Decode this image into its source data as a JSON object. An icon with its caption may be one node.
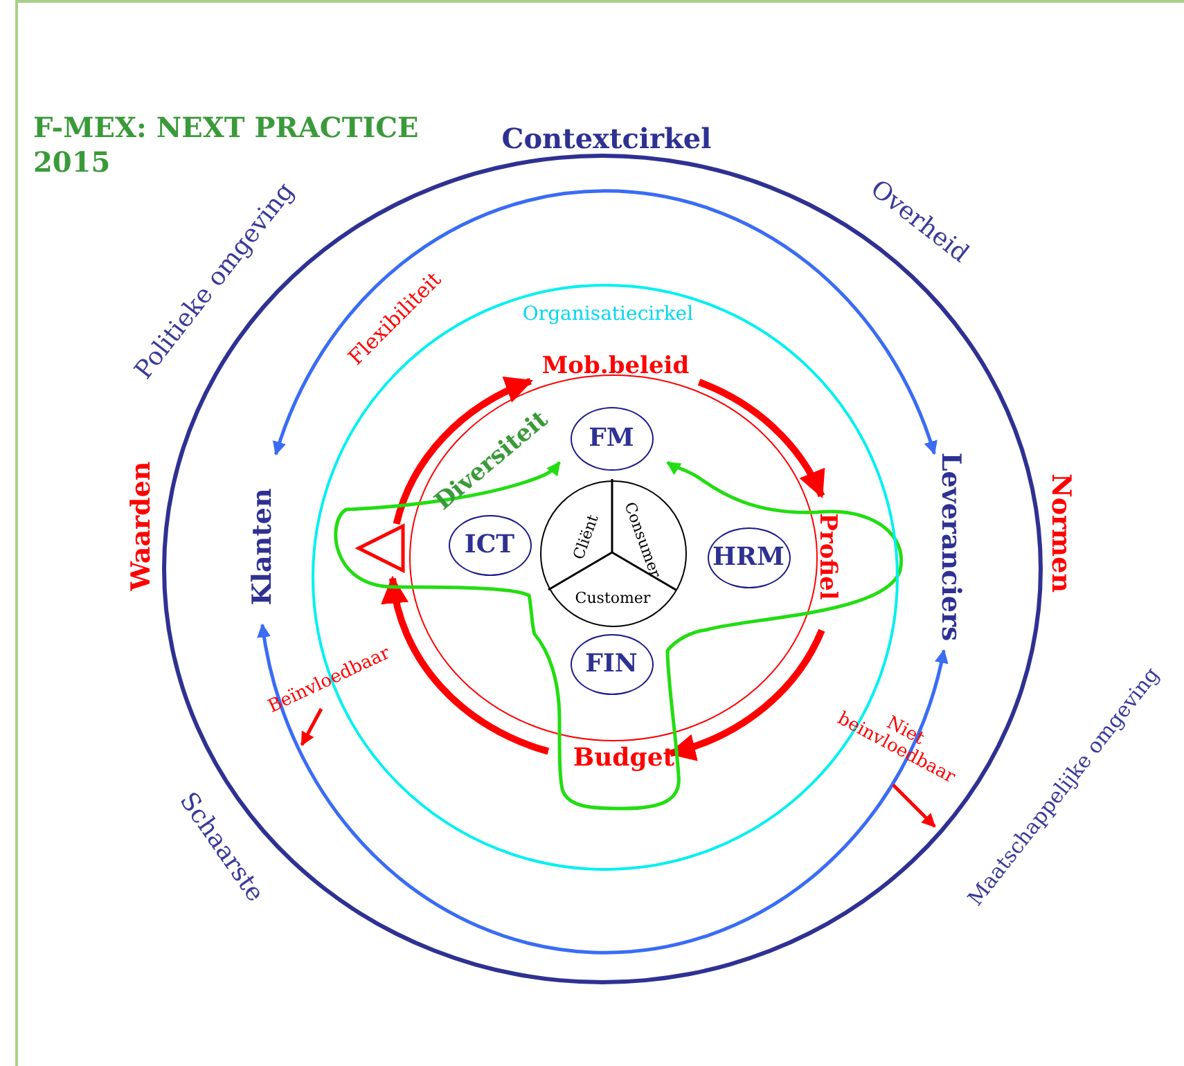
{
  "diagram": {
    "title": "F-MEX: NEXT PRACTICE 2015",
    "nodes": [
      {
        "text": [
          "Contextcirkel"
        ]
      },
      {
        "text": [
          "Organisatiecirkel"
        ],
        "in": 0
      },
      {
        "text": [
          "Klanten"
        ],
        "in": 0
      },
      {
        "text": [
          "Leveranciers"
        ],
        "in": 0
      },
      {
        "text": [
          "Mob.beleid"
        ],
        "in": 1
      },
      {
        "text": [
          "Profiel"
        ],
        "in": 1
      },
      {
        "text": [
          "Budget"
        ],
        "in": 1
      },
      {
        "text": [],
        "shape": "triangle",
        "in": 1
      },
      {
        "text": [
          "FM"
        ],
        "in": 1
      },
      {
        "text": [
          "ICT"
        ],
        "in": 1
      },
      {
        "text": [
          "HRM"
        ],
        "in": 1
      },
      {
        "text": [
          "FIN"
        ],
        "in": 1
      },
      {
        "text": [
          "Cliënt",
          "Consumer",
          "Customer"
        ],
        "in": 1
      },
      {
        "text": [
          "Beïnvloedbaar"
        ],
        "in": 0
      },
      {
        "text": [
          "Niet beinvloedbaar"
        ],
        "in": 0
      }
    ],
    "edges": [
      {
        "from": 7,
        "to": 4,
        "arrow": "to",
        "style": "thick"
      },
      {
        "from": 4,
        "to": 5,
        "arrow": "to",
        "style": "thick"
      },
      {
        "from": 5,
        "to": 6,
        "arrow": "to",
        "style": "thick"
      },
      {
        "from": 6,
        "to": 7,
        "arrow": "to",
        "style": "thick"
      },
      {
        "from": 2,
        "to": 3,
        "arrow": "both",
        "color": "#3a6cf4"
      },
      {
        "from": 2,
        "to": 3,
        "arrow": "both",
        "color": "#3a6cf4"
      },
      {
        "from": 13,
        "to": null,
        "arrow": "to"
      },
      {
        "from": 14,
        "to": null,
        "arrow": "to"
      },
      {
        "from": 8,
        "to": 8,
        "arrow": "both",
        "color": "#22dd11"
      }
    ],
    "labels": [
      "Overheid",
      "Politieke omgeving",
      "Flexibiliteit",
      "Diversiteit",
      "Waarden",
      "Normen",
      "Maatschappelijke omgeving",
      "Schaarste"
    ]
  }
}
